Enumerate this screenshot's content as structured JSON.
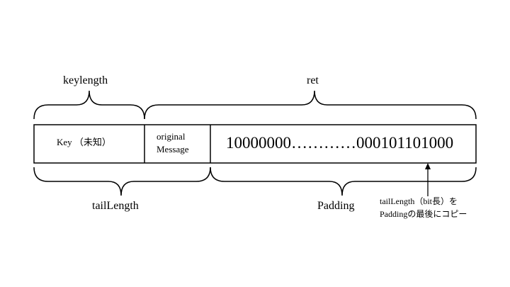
{
  "braces": {
    "keylength": "keylength",
    "ret": "ret",
    "tail_length": "tailLength",
    "padding": "Padding"
  },
  "cells": {
    "key": "Key （未知）",
    "original_line1": "original",
    "original_line2": "Message",
    "padding_bits": "10000000…………000101101000"
  },
  "annotation": {
    "line1": "tailLength（bit長）を",
    "line2": "Paddingの最後にコピー"
  }
}
